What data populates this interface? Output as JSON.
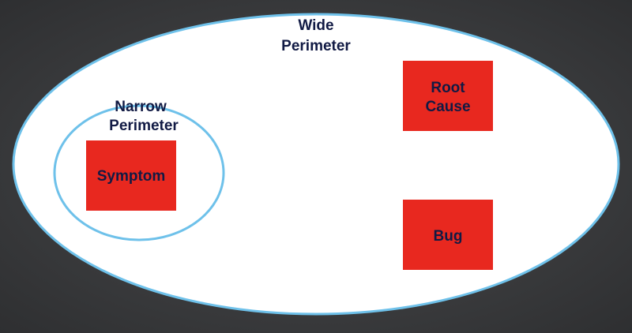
{
  "diagram": {
    "wide_perimeter": {
      "label_line1": "Wide",
      "label_line2": "Perimeter"
    },
    "narrow_perimeter": {
      "label_line1": "Narrow",
      "label_line2": "Perimeter"
    },
    "boxes": {
      "symptom": {
        "label": "Symptom"
      },
      "root_cause": {
        "label_line1": "Root",
        "label_line2": "Cause"
      },
      "bug": {
        "label": "Bug"
      }
    }
  },
  "colors": {
    "background": "#3b3c3e",
    "ellipse_fill": "#ffffff",
    "ellipse_stroke": "#6ec1ea",
    "box_fill": "#e8281f",
    "text": "#111a44"
  }
}
